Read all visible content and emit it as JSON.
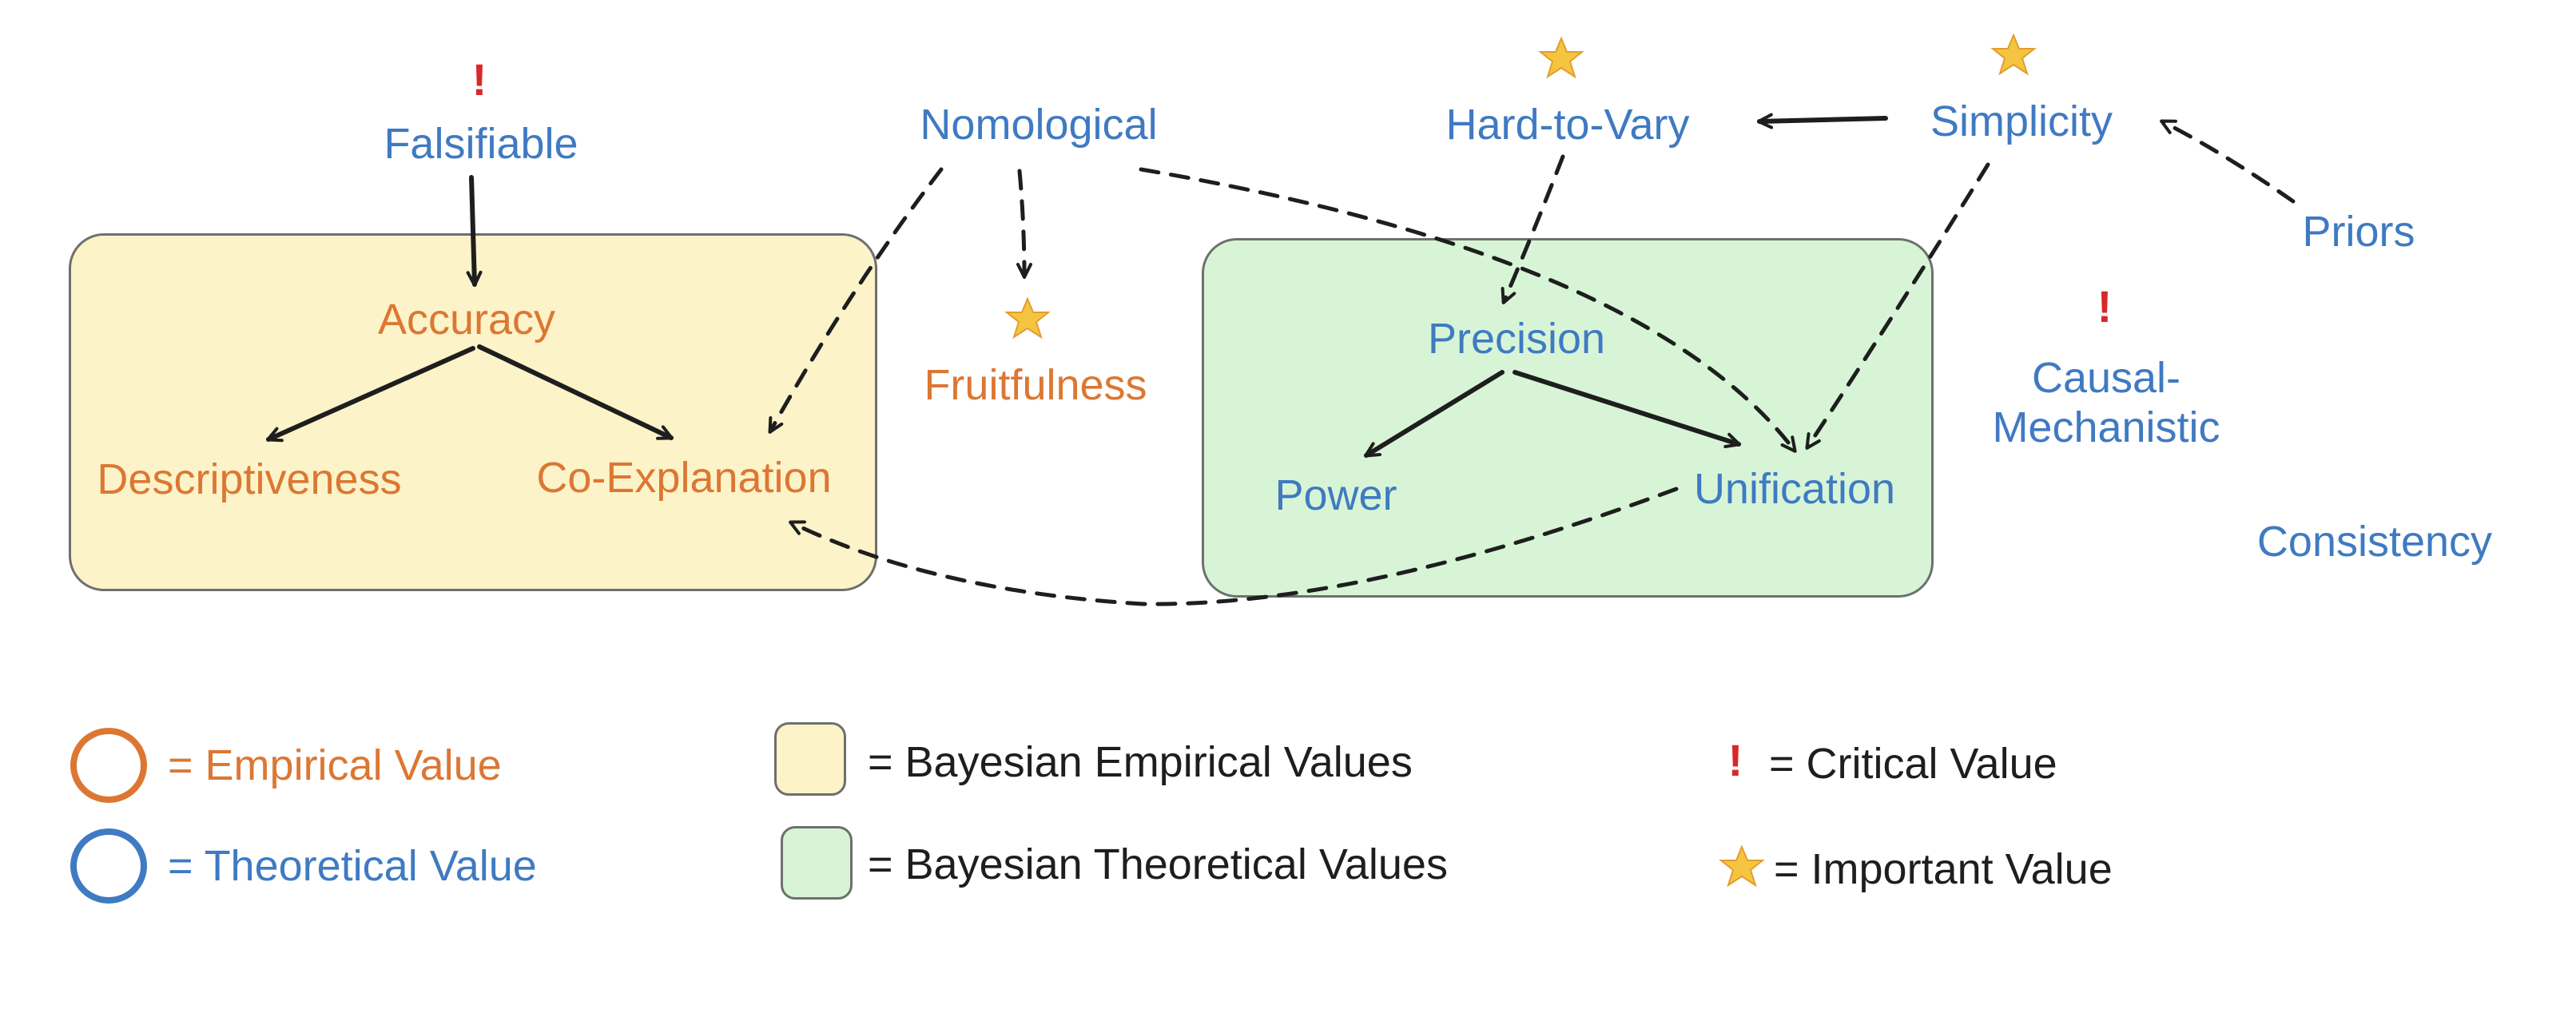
{
  "nodes": {
    "falsifiable": "Falsifiable",
    "nomological": "Nomological",
    "hard_to_vary": "Hard-to-Vary",
    "simplicity": "Simplicity",
    "priors": "Priors",
    "accuracy": "Accuracy",
    "descriptiveness": "Descriptiveness",
    "co_explanation": "Co-Explanation",
    "fruitfulness": "Fruitfulness",
    "precision": "Precision",
    "power": "Power",
    "unification": "Unification",
    "causal_mechanistic": "Causal-Mechanistic",
    "consistency": "Consistency"
  },
  "markers": {
    "critical_symbol": "!",
    "important_icon": "star-icon"
  },
  "legend": {
    "empirical_value": "= Empirical Value",
    "theoretical_value": "= Theoretical Value",
    "bayesian_empirical": "= Bayesian Empirical Values",
    "bayesian_theoretical": "= Bayesian Theoretical Values",
    "critical_value": "= Critical Value",
    "important_value": "= Important Value"
  },
  "colors": {
    "empirical": "#dc7733",
    "theoretical": "#3f7ac2",
    "critical": "#d8282a",
    "star": "#f5c542",
    "bayesian_empirical_fill": "#fcf3c9",
    "bayesian_theoretical_fill": "#d7f5d6",
    "arrow": "#1e1e1e"
  }
}
